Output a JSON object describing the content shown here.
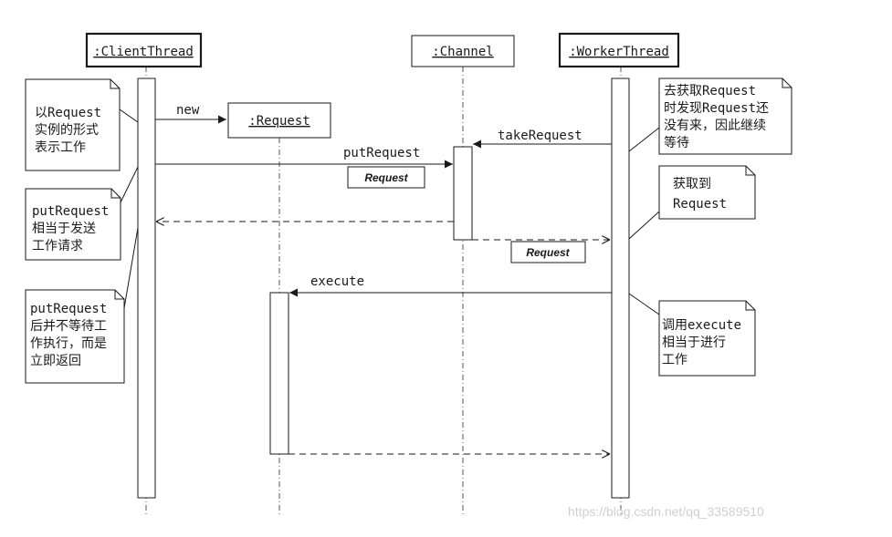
{
  "participants": {
    "client": ":ClientThread",
    "request": ":Request",
    "channel": ":Channel",
    "worker": ":WorkerThread"
  },
  "messages": {
    "new": "new",
    "put_request": "putRequest",
    "take_request": "takeRequest",
    "execute": "execute"
  },
  "objects": {
    "request_on_put": "Request",
    "request_on_return": "Request"
  },
  "notes": {
    "left_1": [
      "以Request",
      "实例的形式",
      "表示工作"
    ],
    "left_2": [
      "putRequest",
      "相当于发送",
      "工作请求"
    ],
    "left_3": [
      "putRequest",
      "后并不等待工",
      "作执行，而是",
      "立即返回"
    ],
    "right_1": [
      "去获取Request",
      "时发现Request还",
      "没有来，因此继续",
      "等待"
    ],
    "right_2": [
      "获取到",
      "Request"
    ],
    "right_3": [
      "调用execute",
      "相当于进行",
      "工作"
    ]
  },
  "watermark": "https://blog.csdn.net/qq_33589510"
}
